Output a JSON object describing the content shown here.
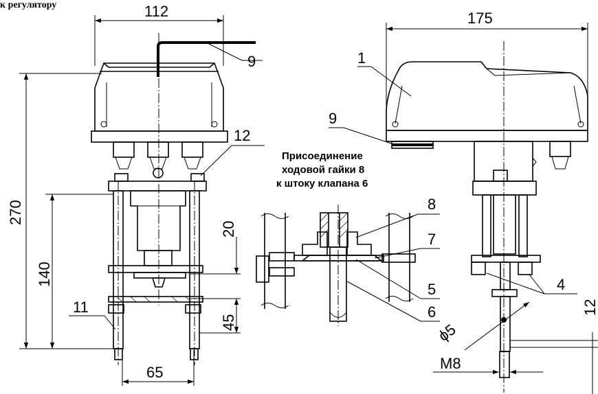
{
  "header_fragment": "... к регулятору",
  "caption": {
    "line1": "Присоединение",
    "line2": "ходовой гайки 8",
    "line3": "к штоку клапана 6"
  },
  "dimensions": {
    "top_width_front": "112",
    "top_width_side": "175",
    "total_height": "270",
    "frame_height": "140",
    "gap_20": "20",
    "gap_45": "45",
    "base_width": "65",
    "diameter": "ϕ5",
    "thread": "M8",
    "side_12": "12"
  },
  "callouts": {
    "n1": "1",
    "n4": "4",
    "n5": "5",
    "n6": "6",
    "n7": "7",
    "n8": "8",
    "n9_left": "9",
    "n9_right": "9",
    "n11": "11",
    "n12": "12"
  }
}
